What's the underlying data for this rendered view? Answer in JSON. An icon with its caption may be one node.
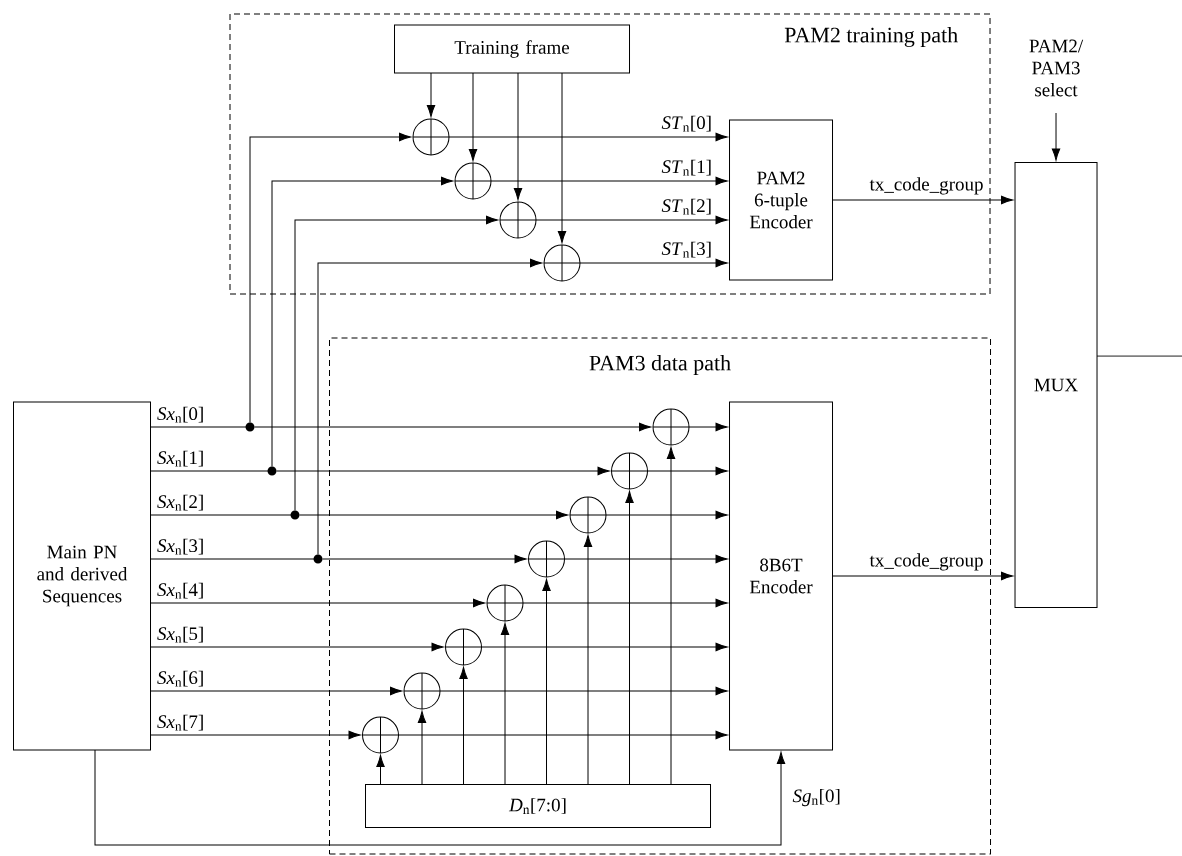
{
  "diagram": {
    "nodes": [
      {
        "text": [
          "PAM2 training path"
        ]
      },
      {
        "text": [
          "Training frame"
        ],
        "in": 0
      },
      {
        "text": [],
        "shape": "circle",
        "in": 0
      },
      {
        "text": [],
        "shape": "circle",
        "in": 0
      },
      {
        "text": [],
        "shape": "circle",
        "in": 0
      },
      {
        "text": [],
        "shape": "circle",
        "in": 0
      },
      {
        "text": [
          "PAM2 6-tuple Encoder"
        ],
        "in": 0
      },
      {
        "text": [
          "PAM3 data path"
        ]
      },
      {
        "text": [
          "8B6T Encoder"
        ],
        "in": 7
      },
      {
        "text": [],
        "shape": "circle",
        "in": 7
      },
      {
        "text": [],
        "shape": "circle",
        "in": 7
      },
      {
        "text": [],
        "shape": "circle",
        "in": 7
      },
      {
        "text": [],
        "shape": "circle",
        "in": 7
      },
      {
        "text": [],
        "shape": "circle",
        "in": 7
      },
      {
        "text": [],
        "shape": "circle",
        "in": 7
      },
      {
        "text": [],
        "shape": "circle",
        "in": 7
      },
      {
        "text": [],
        "shape": "circle",
        "in": 7
      },
      {
        "text": [
          "*D*$_{n}$[7:0]"
        ],
        "in": 7
      },
      {
        "text": [
          "Main PN and derived Sequences"
        ]
      },
      {
        "text": [
          "MUX"
        ]
      },
      {
        "text": [
          "PAM2/ PAM3 select"
        ]
      },
      {
        "text": [],
        "shape": "dot"
      },
      {
        "text": [],
        "shape": "dot"
      },
      {
        "text": [],
        "shape": "dot"
      },
      {
        "text": [],
        "shape": "dot"
      }
    ],
    "edges": [
      {
        "from": 1,
        "to": 2,
        "arrow": "to"
      },
      {
        "from": 1,
        "to": 3,
        "arrow": "to"
      },
      {
        "from": 1,
        "to": 4,
        "arrow": "to"
      },
      {
        "from": 1,
        "to": 5,
        "arrow": "to"
      },
      {
        "from": 2,
        "to": 6,
        "arrow": "to",
        "label": "*ST*$_{n}$[0]"
      },
      {
        "from": 3,
        "to": 6,
        "arrow": "to",
        "label": "*ST*$_{n}$[1]"
      },
      {
        "from": 4,
        "to": 6,
        "arrow": "to",
        "label": "*ST*$_{n}$[2]"
      },
      {
        "from": 5,
        "to": 6,
        "arrow": "to",
        "label": "*ST*$_{n}$[3]"
      },
      {
        "from": 6,
        "to": 19,
        "arrow": "to",
        "label": "tx_code_group"
      },
      {
        "from": 20,
        "to": 19,
        "arrow": "to"
      },
      {
        "from": 18,
        "to": 21,
        "arrow": "none",
        "label": "*Sx*$_{n}$[0]"
      },
      {
        "from": 18,
        "to": 22,
        "arrow": "none",
        "label": "*Sx*$_{n}$[1]"
      },
      {
        "from": 18,
        "to": 23,
        "arrow": "none",
        "label": "*Sx*$_{n}$[2]"
      },
      {
        "from": 18,
        "to": 24,
        "arrow": "none",
        "label": "*Sx*$_{n}$[3]"
      },
      {
        "from": 21,
        "to": 2,
        "arrow": "to"
      },
      {
        "from": 22,
        "to": 3,
        "arrow": "to"
      },
      {
        "from": 23,
        "to": 4,
        "arrow": "to"
      },
      {
        "from": 24,
        "to": 5,
        "arrow": "to"
      },
      {
        "from": 21,
        "to": 9,
        "arrow": "to"
      },
      {
        "from": 22,
        "to": 10,
        "arrow": "to"
      },
      {
        "from": 23,
        "to": 11,
        "arrow": "to"
      },
      {
        "from": 24,
        "to": 12,
        "arrow": "to"
      },
      {
        "from": 18,
        "to": 13,
        "arrow": "to",
        "label": "*Sx*$_{n}$[4]"
      },
      {
        "from": 18,
        "to": 14,
        "arrow": "to",
        "label": "*Sx*$_{n}$[5]"
      },
      {
        "from": 18,
        "to": 15,
        "arrow": "to",
        "label": "*Sx*$_{n}$[6]"
      },
      {
        "from": 18,
        "to": 16,
        "arrow": "to",
        "label": "*Sx*$_{n}$[7]"
      },
      {
        "from": 17,
        "to": 9,
        "arrow": "to"
      },
      {
        "from": 17,
        "to": 10,
        "arrow": "to"
      },
      {
        "from": 17,
        "to": 11,
        "arrow": "to"
      },
      {
        "from": 17,
        "to": 12,
        "arrow": "to"
      },
      {
        "from": 17,
        "to": 13,
        "arrow": "to"
      },
      {
        "from": 17,
        "to": 14,
        "arrow": "to"
      },
      {
        "from": 17,
        "to": 15,
        "arrow": "to"
      },
      {
        "from": 17,
        "to": 16,
        "arrow": "to"
      },
      {
        "from": 9,
        "to": 8,
        "arrow": "to"
      },
      {
        "from": 10,
        "to": 8,
        "arrow": "to"
      },
      {
        "from": 11,
        "to": 8,
        "arrow": "to"
      },
      {
        "from": 12,
        "to": 8,
        "arrow": "to"
      },
      {
        "from": 13,
        "to": 8,
        "arrow": "to"
      },
      {
        "from": 14,
        "to": 8,
        "arrow": "to"
      },
      {
        "from": 15,
        "to": 8,
        "arrow": "to"
      },
      {
        "from": 16,
        "to": 8,
        "arrow": "to"
      },
      {
        "from": 8,
        "to": 19,
        "arrow": "to",
        "label": "tx_code_group"
      },
      {
        "from": 18,
        "to": 8,
        "arrow": "to",
        "label": "*Sg*$_{n}$[0]"
      },
      {
        "from": 19,
        "to": null,
        "arrow": "none"
      }
    ]
  }
}
